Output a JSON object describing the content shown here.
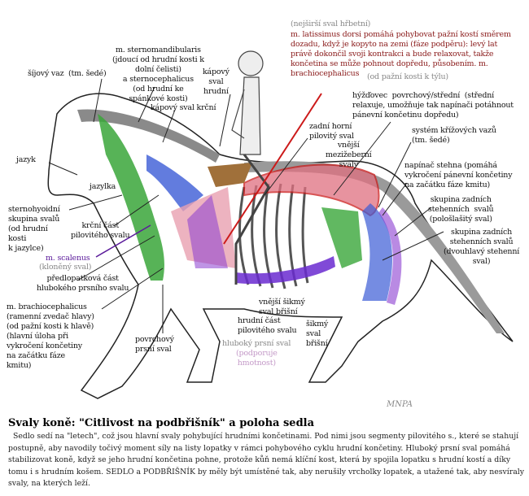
{
  "labels": {
    "sternomandibularis": "m. sternomandibularis\n(jdoucí od hrudní kosti k\ndolní čelisti)\na sternocephalicus\n(od hrudní ke\nspánkové kosti)",
    "sijovy_vaz": "šíjový vaz  (tm. šedé)",
    "kapovy_hrudni": "kápový\nsval\nhrudní",
    "kapovy_krcni": "kápový sval krční",
    "latissimus_note": "(nejširší sval hřbetní)",
    "latissimus": "m. latissimus dorsi pomáhá pohybovat pažní kostí směrem\ndozadu, když je kopyto na zemi (fáze podpěru): levý lat\nprávě dokončil svoji kontrakci a bude relaxovat, takže\nkončetina se může pohnout dopředu, působením. m.\nbrachiocephalicus",
    "latissimus_tail": "(od pažní kosti k týlu)",
    "hyzdovec": "hýžďovec  povrchový/střední  (střední\nrelaxuje, umožňuje tak napínači potáhnout\npánevní končetinu dopředu)",
    "zadni_horni": "zadní horní\npilovitý sval",
    "mezizeberni": "vnější\nmezižeberní\nsvaly",
    "krizove_vazy": "systém křížových vazů\n(tm. šedé)",
    "napinac": "napínač stehna (pomáhá\nvykročení pánevní končetiny\nna začátku fáze kmitu)",
    "polosl": "skupina zadních\nstehenních  svalů\n(pološlašitý sval)",
    "dvouhl": "skupina zadních\nstehenních svalů\n(dvouhlavý stehenní\nsval)",
    "jazyk": "jazyk",
    "jazylka": "jazylka",
    "sternohyoidni": "sternohyoidní\nskupina svalů\n(od hrudní\nkosti\nk jazylce)",
    "krcni_cast": "krční část\npilovitého svalu",
    "scalenus": "m. scalenus",
    "scalenus_cz": "(kloněný sval)",
    "predlopatkova": "předlopatková část\nhlubokého prsního svalu",
    "brachio": "m. brachiocephalicus\n(ramenní zvedač hlavy)\n(od pažní kosti k hlavě)\n(hlavní úloha při\nvykročení končetiny\nna začátku fáze\nkmitu)",
    "povrchovy": "povrchový\nprsní sval",
    "vnejsi_sikmy": "vnější šikmý\nsval břišní",
    "hrudni_cast": "hrudní část\npilovitého svalu",
    "hluboky": "hluboký prsní sval",
    "hluboky_note": "(podporuje\nhmotnost)",
    "sikmy": "šikmý\nsval\nbřišní"
  },
  "caption": {
    "title": "Svaly koně: \"Citlivost na podbřišník\" a poloha sedla",
    "body": "Sedlo sedí na \"letech\", což jsou hlavní svaly pohybující hrudními končetinami. Pod nimi jsou segmenty pilovitého s., které se stahují postupně, aby navodily točivý moment síly na listy lopatky v rámci pohybového cyklu hrudní končetiny. Hluboký prsní sval pomáhá stabilizovat koně, když se jeho hrudní končetina pohne, protože kůň nemá klíční kost, která by spojila lopatku s hrudní kostí    a díky tomu i s hrudním košem. SEDLO a PODBŘIŠNÍK by měly být umístěné tak, aby nerušily vrcholky lopatek, a utažené tak, aby nesvíraly svaly, na kterých leží."
  },
  "colors": {
    "green": "#3aa63a",
    "blue": "#3b5bd6",
    "red": "#cc1a1a",
    "pink": "#e8a0b0",
    "purple": "#8a3cd0",
    "grey": "#8a8a8a"
  }
}
